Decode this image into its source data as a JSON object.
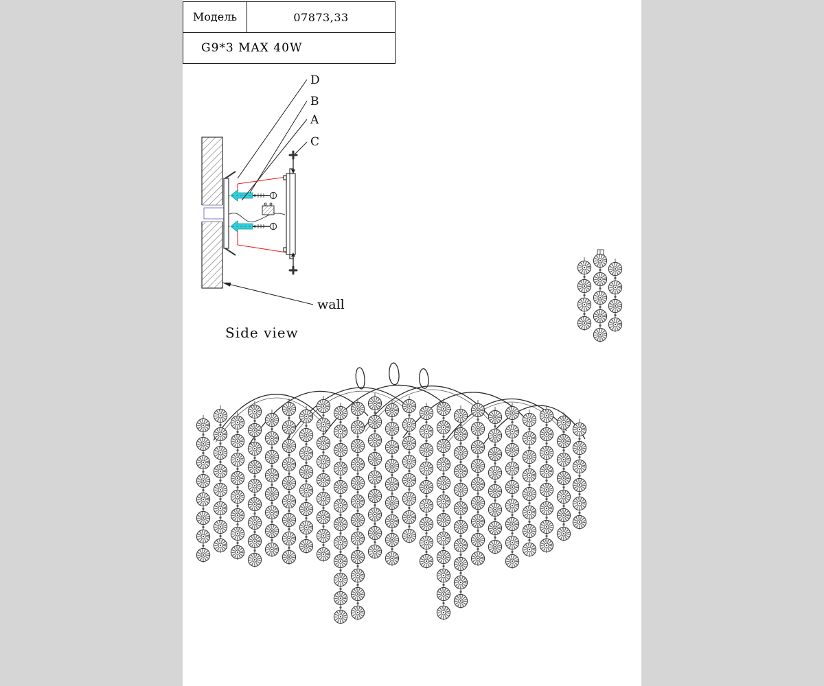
{
  "title_block": {
    "model_label": "Модель",
    "model_value": "07873,33",
    "lamp_spec": "G9*3  MAX 40W"
  },
  "callouts": {
    "d": "D",
    "b": "B",
    "a": "A",
    "c": "C"
  },
  "annotations": {
    "wall": "wall",
    "side_view": "Side view"
  },
  "colors": {
    "anchor_cyan": "#2fd0da",
    "canopy_red": "#f02020",
    "sleeve_purple": "#8a6fd0",
    "page_bg": "#ffffff",
    "outer_bg": "#d6d6d6"
  }
}
